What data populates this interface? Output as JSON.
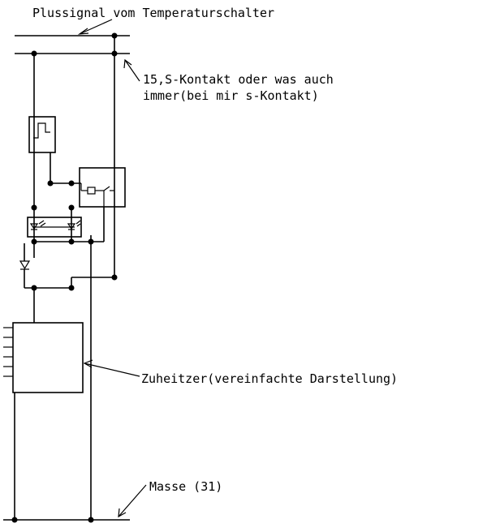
{
  "labels": {
    "plus_signal": "Plussignal vom Temperaturschalter",
    "s_contact_line1": "15,S-Kontakt oder was auch",
    "s_contact_line2": "immer(bei mir s-Kontakt)",
    "heater": "Zuheitzer(vereinfachte Darstellung)",
    "ground": "Masse (31)"
  },
  "colors": {
    "ink": "#000000",
    "background": "#ffffff"
  }
}
